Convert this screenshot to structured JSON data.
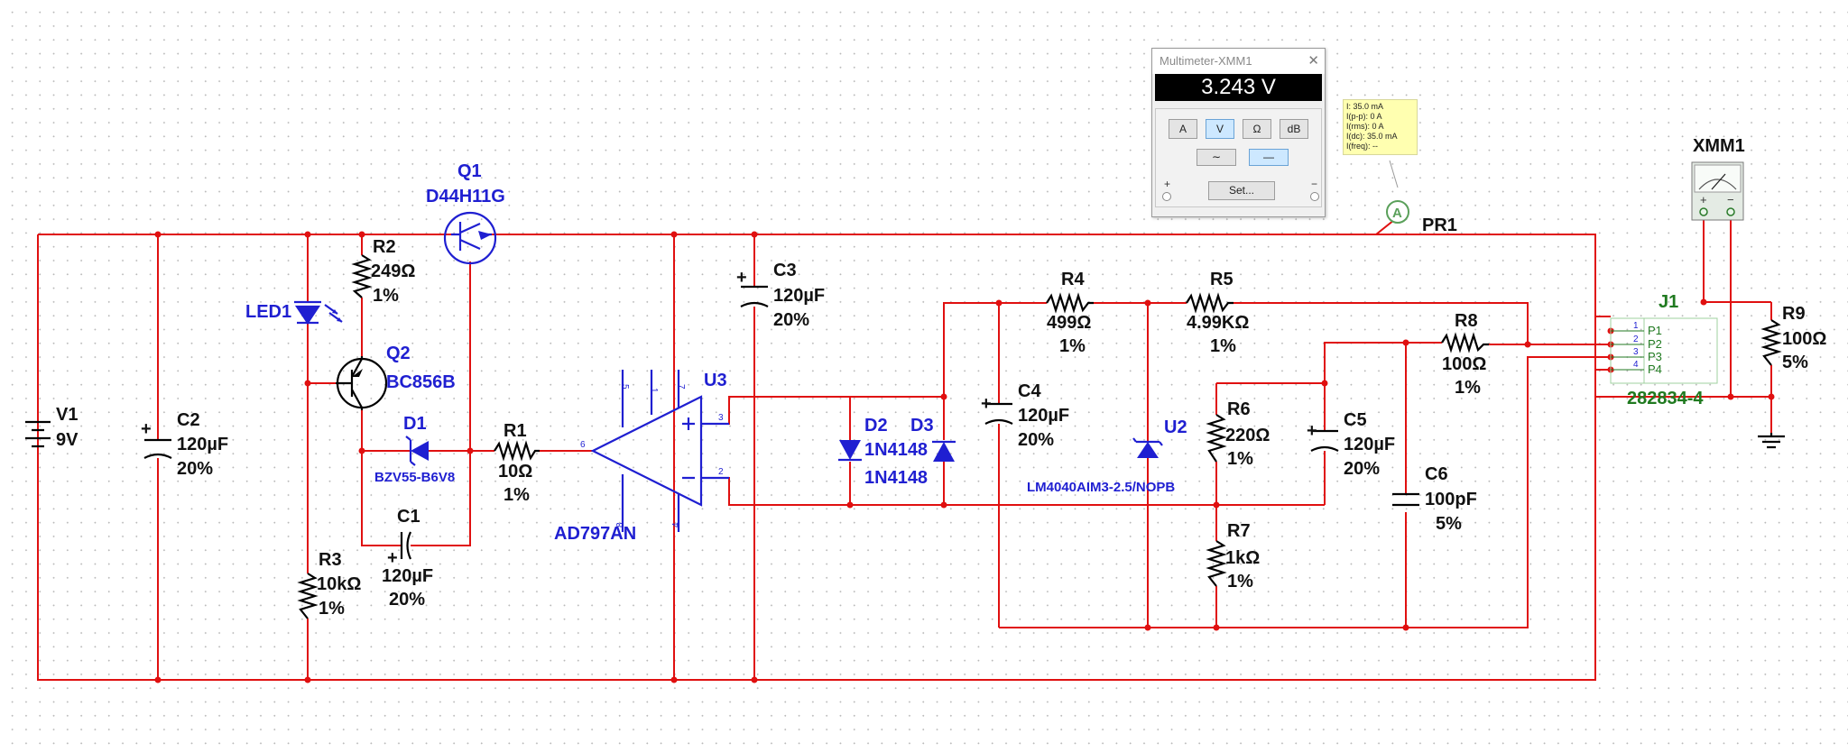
{
  "components": {
    "V1": {
      "ref": "V1",
      "value": "9V"
    },
    "C2": {
      "ref": "C2",
      "value": "120µF",
      "tol": "20%"
    },
    "LED1": {
      "ref": "LED1"
    },
    "R2": {
      "ref": "R2",
      "value": "249Ω",
      "tol": "1%"
    },
    "Q1": {
      "ref": "Q1",
      "model": "D44H11G"
    },
    "Q2": {
      "ref": "Q2",
      "model": "BC856B"
    },
    "D1": {
      "ref": "D1",
      "model": "BZV55-B6V8"
    },
    "R1": {
      "ref": "R1",
      "value": "10Ω",
      "tol": "1%"
    },
    "C1": {
      "ref": "C1",
      "value": "120µF",
      "tol": "20%"
    },
    "R3": {
      "ref": "R3",
      "value": "10kΩ",
      "tol": "1%"
    },
    "U3": {
      "ref": "U3",
      "model": "AD797AN",
      "pins": {
        "p1": "1",
        "p2": "2",
        "p3": "3",
        "p4": "4",
        "p5": "5",
        "p6": "6",
        "p7": "7",
        "p8": "8"
      }
    },
    "C3": {
      "ref": "C3",
      "value": "120µF",
      "tol": "20%"
    },
    "D2": {
      "ref": "D2",
      "model": "1N4148"
    },
    "D3": {
      "ref": "D3",
      "model": "1N4148"
    },
    "R4": {
      "ref": "R4",
      "value": "499Ω",
      "tol": "1%"
    },
    "R5": {
      "ref": "R5",
      "value": "4.99KΩ",
      "tol": "1%"
    },
    "C4": {
      "ref": "C4",
      "value": "120µF",
      "tol": "20%"
    },
    "U2": {
      "ref": "U2",
      "model": "LM4040AIM3-2.5/NOPB"
    },
    "R6": {
      "ref": "R6",
      "value": "220Ω",
      "tol": "1%"
    },
    "R7": {
      "ref": "R7",
      "value": "1kΩ",
      "tol": "1%"
    },
    "C5": {
      "ref": "C5",
      "value": "120µF",
      "tol": "20%"
    },
    "C6": {
      "ref": "C6",
      "value": "100pF",
      "tol": "5%"
    },
    "R8": {
      "ref": "R8",
      "value": "100Ω",
      "tol": "1%"
    },
    "J1": {
      "ref": "J1",
      "part": "282834-4",
      "pins": [
        "P1",
        "P2",
        "P3",
        "P4"
      ],
      "pin_numbers": [
        "1",
        "2",
        "3",
        "4"
      ]
    },
    "R9": {
      "ref": "R9",
      "value": "100Ω",
      "tol": "5%"
    },
    "XMM1": {
      "ref": "XMM1",
      "plus": "+",
      "minus": "−"
    },
    "PR1": {
      "ref": "PR1",
      "symbol": "A"
    }
  },
  "multimeter": {
    "title": "Multimeter-XMM1",
    "close": "✕",
    "reading": "3.243 V",
    "modes": [
      "A",
      "V",
      "Ω",
      "dB"
    ],
    "active_mode": "V",
    "wave_ac": "∼",
    "wave_dc": "—",
    "active_wave": "dc",
    "set_label": "Set...",
    "term_plus": "+",
    "term_minus": "−"
  },
  "probe_tooltip": {
    "lines": [
      "I: 35.0 mA",
      "I(p-p): 0 A",
      "I(rms): 0 A",
      "I(dc): 35.0 mA",
      "I(freq): --"
    ]
  },
  "colors": {
    "wire": "#e01010",
    "component_blue": "#1f1fd1",
    "label_black": "#111111",
    "connector_green": "#207a20"
  }
}
